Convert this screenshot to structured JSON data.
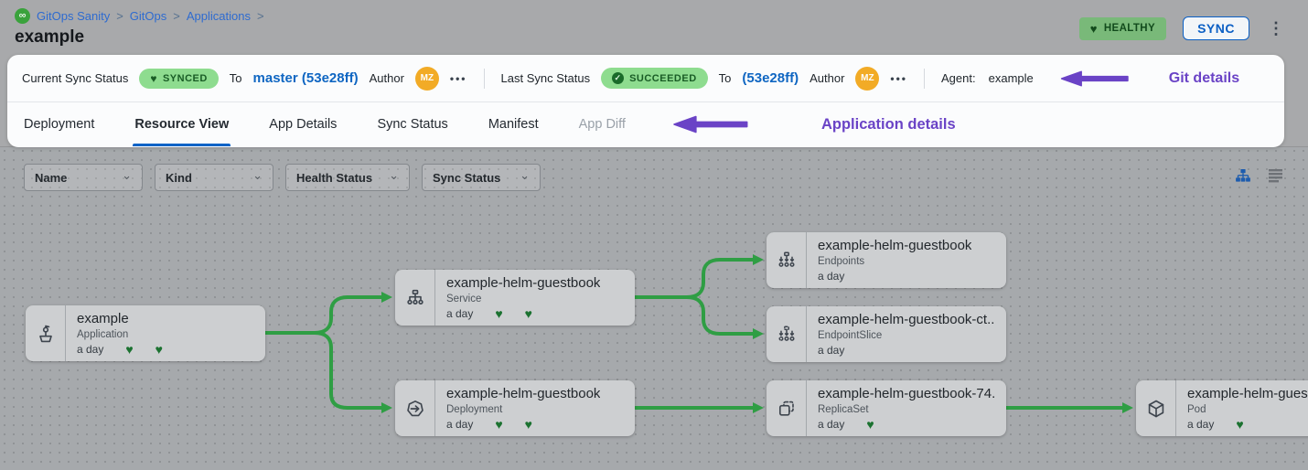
{
  "icons": {
    "heart": "♥",
    "check": "✓",
    "kebab": "⋮",
    "more": "•••",
    "chevron": "⌄",
    "logo_glyph": "∞"
  },
  "header": {
    "breadcrumb": {
      "items": [
        "GitOps Sanity",
        "GitOps",
        "Applications"
      ],
      "separator": ">"
    },
    "title": "example",
    "health_badge": "HEALTHY",
    "sync_button": "SYNC"
  },
  "sync_bar": {
    "current": {
      "label": "Current Sync Status",
      "status": "SYNCED",
      "to": "To",
      "target": "master (53e28ff)",
      "author_label": "Author",
      "author_initials": "MZ"
    },
    "last": {
      "label": "Last Sync Status",
      "status": "SUCCEEDED",
      "to": "To",
      "target": "(53e28ff)",
      "author_label": "Author",
      "author_initials": "MZ"
    },
    "agent_label": "Agent:",
    "agent_value": "example",
    "annotation": "Git details"
  },
  "tabs": {
    "items": [
      {
        "label": "Deployment",
        "state": "normal"
      },
      {
        "label": "Resource View",
        "state": "active"
      },
      {
        "label": "App Details",
        "state": "normal"
      },
      {
        "label": "Sync Status",
        "state": "normal"
      },
      {
        "label": "Manifest",
        "state": "normal"
      },
      {
        "label": "App Diff",
        "state": "disabled"
      }
    ],
    "annotation": "Application details"
  },
  "filters": [
    {
      "label": "Name"
    },
    {
      "label": "Kind"
    },
    {
      "label": "Health Status"
    },
    {
      "label": "Sync Status"
    }
  ],
  "tree": {
    "edge_color": "#2f9e44",
    "nodes": [
      {
        "title": "example",
        "kind": "Application",
        "age": "a day",
        "hearts": [
          "♥",
          "♥"
        ]
      },
      {
        "title": "example-helm-guestbook",
        "kind": "Service",
        "age": "a day",
        "hearts": [
          "♥",
          "♥"
        ]
      },
      {
        "title": "example-helm-guestbook",
        "kind": "Deployment",
        "age": "a day",
        "hearts": [
          "♥",
          "♥"
        ]
      },
      {
        "title": "example-helm-guestbook",
        "kind": "Endpoints",
        "age": "a day",
        "hearts": []
      },
      {
        "title": "example-helm-guestbook-ct...",
        "kind": "EndpointSlice",
        "age": "a day",
        "hearts": []
      },
      {
        "title": "example-helm-guestbook-74...",
        "kind": "ReplicaSet",
        "age": "a day",
        "hearts": [
          "♥"
        ]
      },
      {
        "title": "example-helm-guest",
        "kind": "Pod",
        "age": "a day",
        "hearts": [
          "♥"
        ]
      }
    ]
  },
  "colors": {
    "accent_blue": "#0b5fc4",
    "link_blue": "#2e6bd0",
    "edge_green": "#2f9e44",
    "pill_green_bg": "#8edc8f",
    "pill_green_text": "#195c25",
    "healthy_badge_bg": "#79b979",
    "annotation_purple": "#6a43c6",
    "avatar_orange": "#f2ab26"
  }
}
